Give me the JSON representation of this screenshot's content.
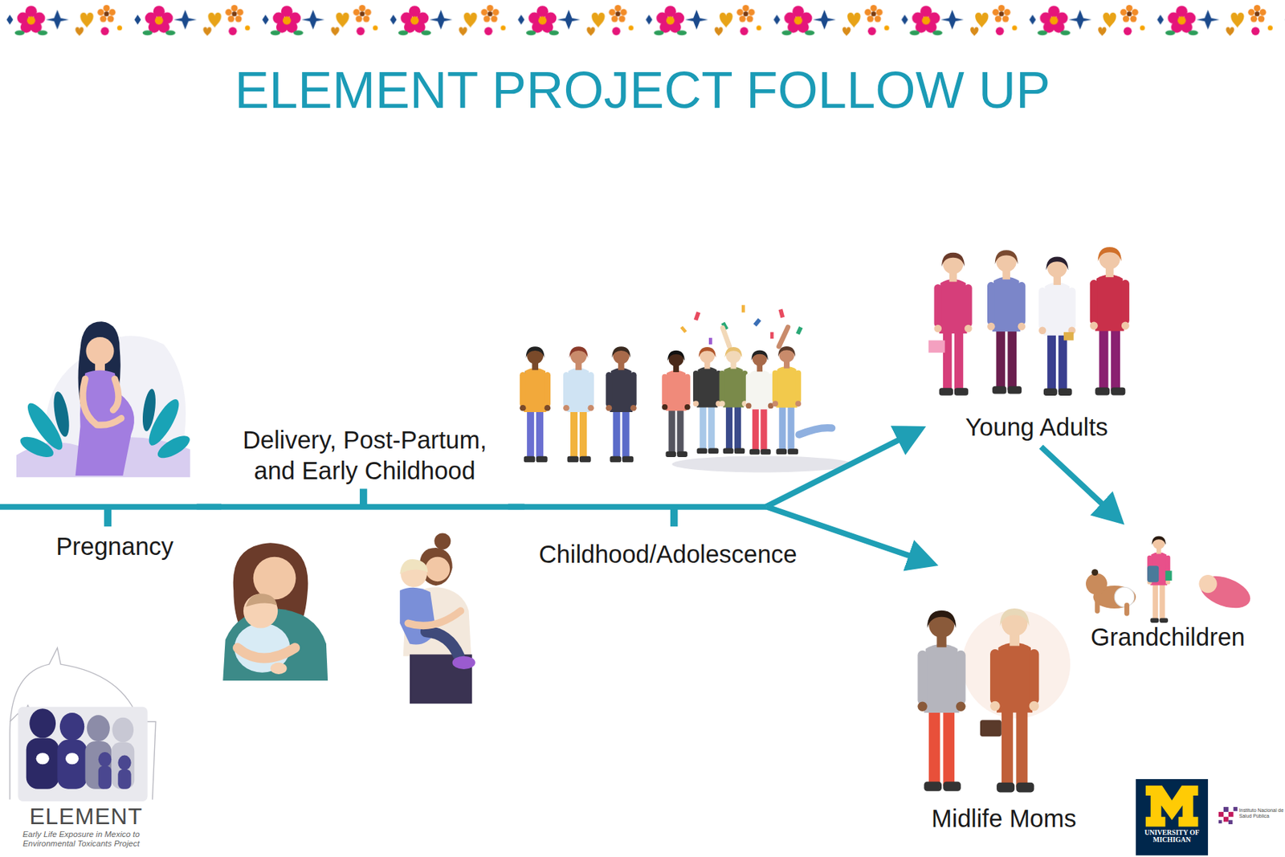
{
  "diagram": {
    "title": "ELEMENT PROJECT FOLLOW UP",
    "nodes": [
      {
        "text": [
          "Pregnancy"
        ]
      },
      {
        "text": [
          "Delivery, Post-Partum, and Early Childhood"
        ]
      },
      {
        "text": [
          "Childhood/Adolescence"
        ]
      },
      {
        "text": [
          "Young Adults"
        ]
      },
      {
        "text": [
          "Midlife Moms"
        ]
      },
      {
        "text": [
          "Grandchildren"
        ]
      }
    ],
    "edges": [
      {
        "from": 0,
        "to": 1,
        "arrow": "none"
      },
      {
        "from": 1,
        "to": 2,
        "arrow": "none"
      },
      {
        "from": 2,
        "to": 3,
        "arrow": "to"
      },
      {
        "from": 2,
        "to": 4,
        "arrow": "to"
      },
      {
        "from": 3,
        "to": 5,
        "arrow": "to"
      }
    ],
    "labels": [
      "ELEMENT",
      "Early Life Exposure in Mexico to Environmental Toxicants Project",
      "UNIVERSITY OF MICHIGAN",
      "Instituto Nacional de Salud Pública"
    ]
  }
}
